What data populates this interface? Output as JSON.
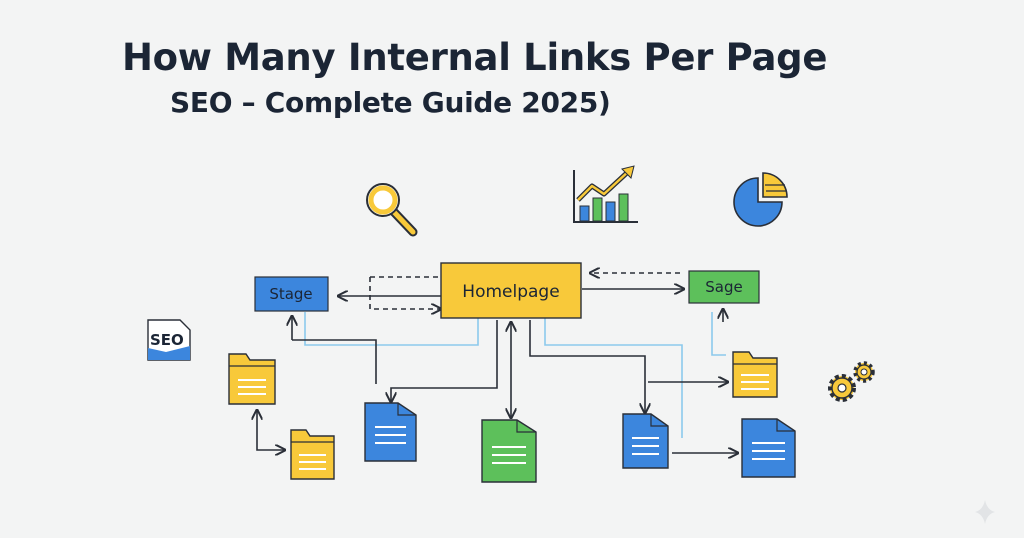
{
  "heading": {
    "title": "How Many Internal Links Per Page",
    "subtitle": "SEO – Complete Guide 2025)"
  },
  "nodes": {
    "homepage": "Homelpage",
    "stage": "Stage",
    "sage": "Sage"
  },
  "badge": {
    "seo": "SEO"
  },
  "icons": [
    "magnifier-icon",
    "bar-chart-icon",
    "pie-chart-icon",
    "gears-icon",
    "seo-document-icon",
    "folder-icon",
    "document-icon",
    "sparkle-icon"
  ],
  "colors": {
    "homepage": "#f8c93a",
    "stage": "#3c86dd",
    "sage": "#5dc05b",
    "folder_yellow": "#f8c93a",
    "doc_blue": "#3c86dd",
    "doc_green": "#5dc05b",
    "line_light": "#8cc9ec",
    "line_dark": "#2a2f38"
  }
}
